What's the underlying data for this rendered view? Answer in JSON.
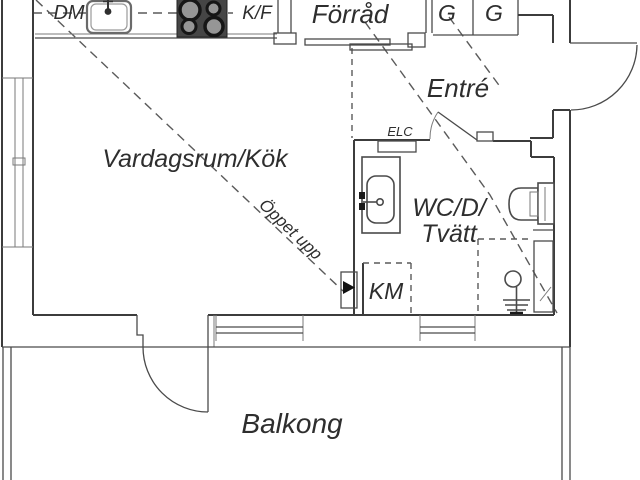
{
  "plan": {
    "type": "apartment-floor-plan",
    "language": "Swedish",
    "rooms": {
      "living_kitchen": "Vardagsrum/Kök",
      "storage": "Förråd",
      "entry": "Entré",
      "bathroom_line1": "WC/D/",
      "bathroom_line2": "Tvätt",
      "balcony": "Balkong"
    },
    "annotations": {
      "dishwasher": "DM",
      "fridge_freezer": "K/F",
      "wardrobe_1": "G",
      "wardrobe_2": "G",
      "electrical_cabinet": "ELC",
      "washing_machine": "KM",
      "open_to_above": "Öppet upp"
    },
    "icons": {
      "stove": "stove-icon",
      "sink": "sink-icon",
      "washbasin": "washbasin-icon",
      "toilet": "toilet-icon",
      "shower_mixer": "shower-icon",
      "entry_arrow": "arrow-icon"
    },
    "colors": {
      "background": "#ffffff",
      "wall_line": "#3c3c3c",
      "text": "#2e2e2e",
      "stove_body": "#454545",
      "burner_ring": "#161616",
      "burner_center": "#969696",
      "dashed_line": "#5a5a5a"
    }
  }
}
